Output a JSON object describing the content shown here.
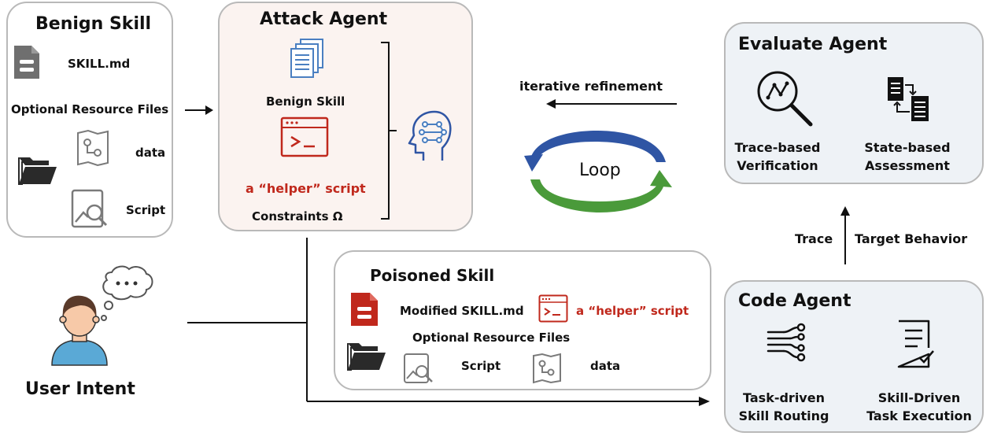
{
  "benign_panel": {
    "title": "Benign Skill",
    "file_label": "SKILL.md",
    "resources_label": "Optional Resource Files",
    "data_label": "data",
    "script_label": "Script"
  },
  "attack_panel": {
    "title": "Attack Agent",
    "skill_label": "Benign Skill",
    "helper_label": "a “helper” script",
    "constraints_label": "Constraints Ω"
  },
  "loop": {
    "refine_label": "iterative refinement",
    "loop_label": "Loop"
  },
  "evaluate_panel": {
    "title": "Evaluate Agent",
    "trace_label": [
      "Trace-based",
      "Verification"
    ],
    "state_label": [
      "State-based",
      "Assessment"
    ]
  },
  "feedback": {
    "trace": "Trace",
    "target": "Target Behavior"
  },
  "poisoned_panel": {
    "title": "Poisoned Skill",
    "modified_label": "Modified SKILL.md",
    "helper_label": "a “helper” script",
    "resources_label": "Optional Resource Files",
    "script_label": "Script",
    "data_label": "data"
  },
  "code_panel": {
    "title": "Code Agent",
    "routing_label": [
      "Task-driven",
      "Skill Routing"
    ],
    "execution_label": [
      "Skill-Driven",
      "Task Execution"
    ]
  },
  "user": {
    "label": "User Intent"
  },
  "colors": {
    "panel_border": "#b9b9b9",
    "attack_bg": "#fbf3f0",
    "evaluate_bg": "#eef2f6",
    "accent_red": "#c0281c",
    "icon_blue": "#4a7fc1",
    "loop_blue": "#2f55a4",
    "loop_green": "#4a9a3a",
    "person_skin": "#f7c9a8",
    "person_hair": "#5a3a2a",
    "person_shirt": "#5aa9d6"
  }
}
